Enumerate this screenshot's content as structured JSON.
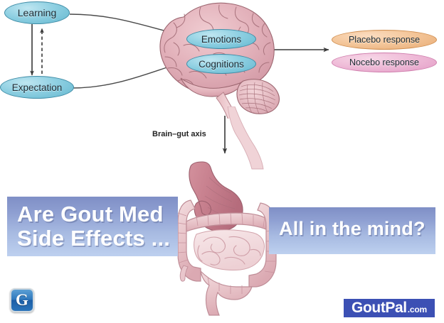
{
  "diagram": {
    "nodes": [
      {
        "id": "learning",
        "label": "Learning"
      },
      {
        "id": "expectation",
        "label": "Expectation"
      },
      {
        "id": "emotions",
        "label": "Emotions"
      },
      {
        "id": "cognitions",
        "label": "Cognitions"
      },
      {
        "id": "placebo",
        "label": "Placebo response"
      },
      {
        "id": "nocebo",
        "label": "Nocebo response"
      }
    ],
    "labels": {
      "brain_gut_axis": "Brain–gut axis"
    },
    "figures": {
      "brain": "brain-illustration",
      "digestive": "digestive-tract-illustration"
    },
    "colors": {
      "node_blue": "#8fd0e2",
      "node_orange": "#f4c79b",
      "node_pink": "#efbcd8",
      "brain_fill": "#e4b4bc",
      "gut_fill": "#eec9ce",
      "arrow": "#3a3a3a",
      "banner_top": "#7f8fc6",
      "banner_bottom": "#bdd0ef",
      "banner_text": "#ffffff",
      "logo_blue": "#3c50b4",
      "badge_blue": "#2f78bd"
    }
  },
  "overlay": {
    "headline_left_line1": "Are Gout Med",
    "headline_left_line2": "Side Effects ...",
    "headline_right": "All in the mind?"
  },
  "branding": {
    "badge_letter": "G",
    "wordmark_main": "GoutPal",
    "wordmark_tld": ".com"
  }
}
